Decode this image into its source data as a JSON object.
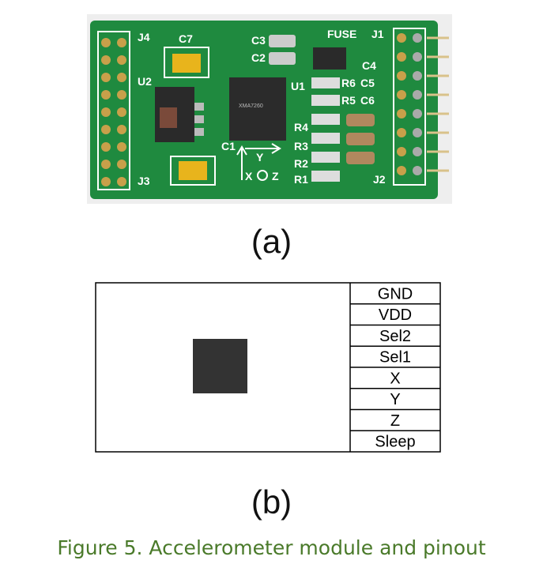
{
  "photo": {
    "silkscreen": {
      "j4": "J4",
      "c7": "C7",
      "c3": "C3",
      "c2": "C2",
      "fuse": "FUSE",
      "j1": "J1",
      "u2": "U2",
      "u1": "U1",
      "r6": "R6",
      "r5": "R5",
      "c4": "C4",
      "c5": "C5",
      "c6": "C6",
      "r4": "R4",
      "r3": "R3",
      "r2": "R2",
      "r1": "R1",
      "c1": "C1",
      "j3": "J3",
      "j2": "J2",
      "y": "Y",
      "x": "X",
      "z": "Z"
    },
    "colors": {
      "pcb": "#1f8a3f",
      "silk": "#ffffff",
      "gold": "#c8a04a",
      "tantalum": "#e8b41c"
    }
  },
  "label_a": "(a)",
  "pinout": {
    "pins": [
      "GND",
      "VDD",
      "Sel2",
      "Sel1",
      "X",
      "Y",
      "Z",
      "Sleep"
    ],
    "chip_color": "#333333"
  },
  "label_b": "(b)",
  "caption": "Figure 5. Accelerometer module and pinout"
}
